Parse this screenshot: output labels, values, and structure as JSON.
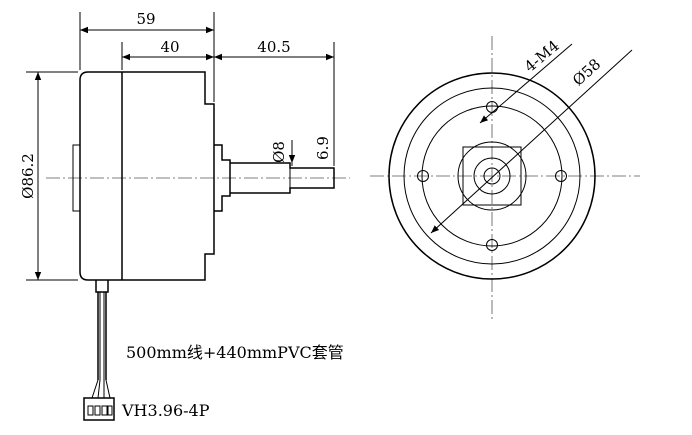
{
  "side_view": {
    "dim_overall_length": "59",
    "dim_body_length": "40",
    "dim_shaft_length": "40.5",
    "dim_body_diameter": "Ø86.2",
    "dim_shaft_diameter": "Ø8",
    "dim_shaft_flat": "6.9"
  },
  "front_view": {
    "dim_mount_holes": "4-M4",
    "dim_bolt_circle": "Ø58"
  },
  "cable": {
    "spec": "500mm线+440mmPVC套管",
    "connector": "VH3.96-4P"
  },
  "colors": {
    "line": "#000000",
    "centerline": "#555555",
    "background": "#ffffff"
  }
}
